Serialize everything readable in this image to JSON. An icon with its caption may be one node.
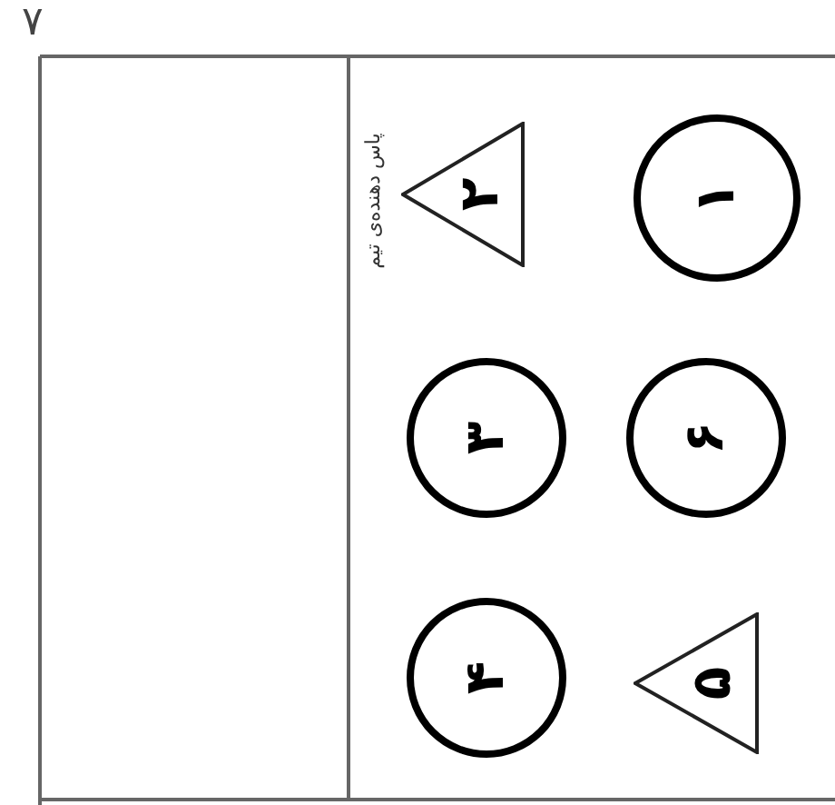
{
  "diagram": {
    "nodes": [
      {
        "text": [
          "۲"
        ],
        "beside": [
          "پاس دهنده‌ی تیم"
        ]
      },
      {
        "text": [
          "۱"
        ]
      },
      {
        "text": [
          "۳"
        ]
      },
      {
        "text": [
          "۶"
        ]
      },
      {
        "text": [
          "۴"
        ]
      },
      {
        "text": [
          "۵"
        ]
      }
    ],
    "labels": [
      "۷"
    ]
  }
}
